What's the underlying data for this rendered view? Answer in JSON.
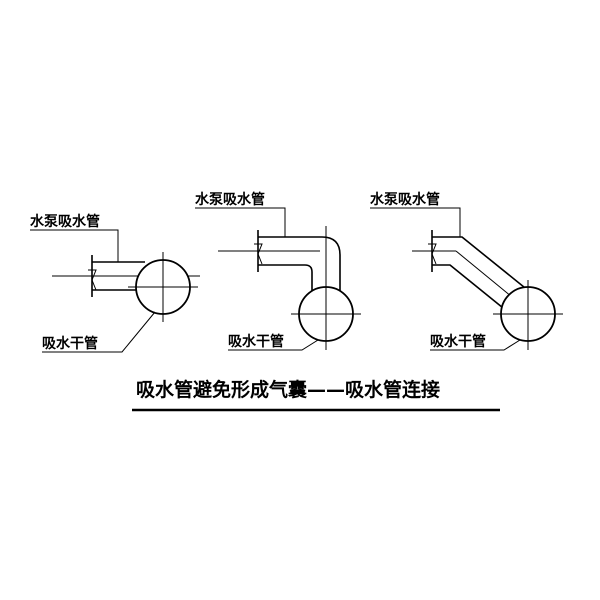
{
  "title": "吸水管避免形成气囊——吸水管连接",
  "labels": {
    "suction_pipe": "水泵吸水管",
    "main_pipe": "吸水干管"
  },
  "panels": [
    {
      "id": "horizontal",
      "suction_label": "水泵吸水管",
      "main_label": "吸水干管"
    },
    {
      "id": "elbow",
      "suction_label": "水泵吸水管",
      "main_label": "吸水干管"
    },
    {
      "id": "incline",
      "suction_label": "水泵吸水管",
      "main_label": "吸水干管"
    }
  ]
}
